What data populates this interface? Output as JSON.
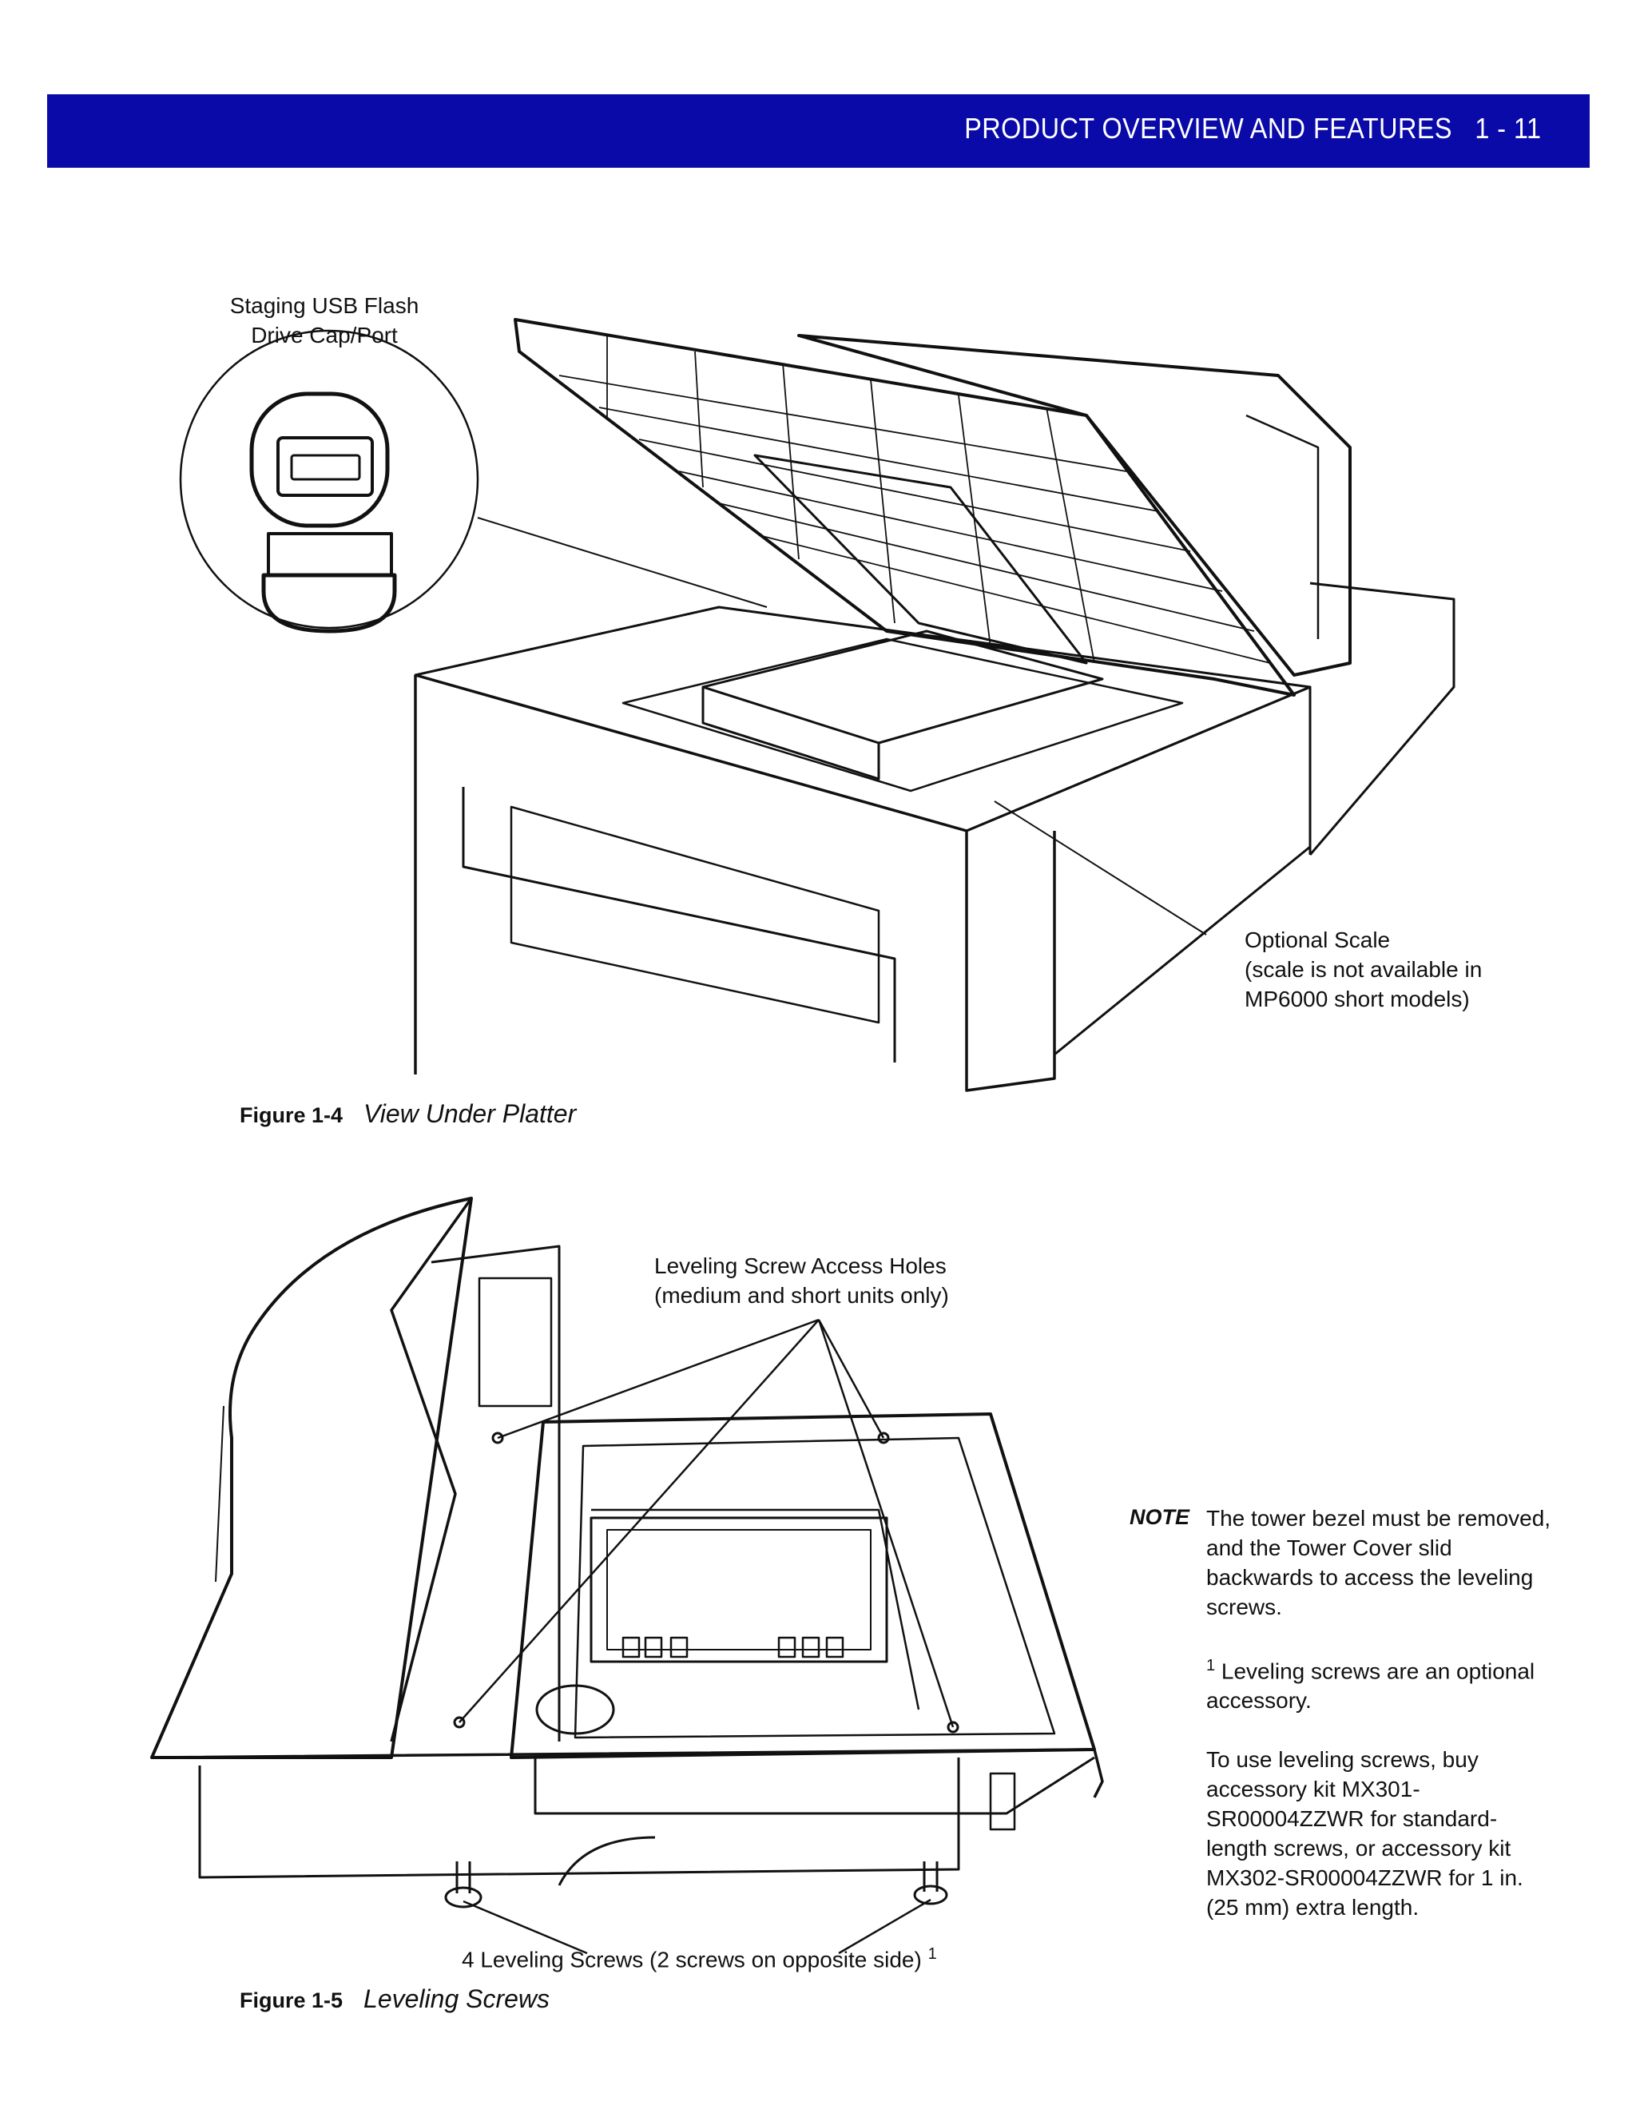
{
  "header": {
    "title": "PRODUCT OVERVIEW AND FEATURES",
    "page": "1 - 11"
  },
  "figure4": {
    "callouts": {
      "usb": "Staging USB Flash\nDrive Cap/Port",
      "scale": "Optional Scale\n(scale is not available in\nMP6000 short models)"
    },
    "number": "Figure 1-4",
    "title": "View Under Platter"
  },
  "figure5": {
    "callouts": {
      "holes": "Leveling Screw Access Holes\n(medium and short units only)",
      "screws": "4 Leveling Screws (2 screws on opposite side)",
      "screws_sup": "1"
    },
    "number": "Figure 1-5",
    "title": "Leveling Screws"
  },
  "note": {
    "label": "NOTE",
    "p1": "The tower bezel must be removed, and the Tower Cover slid backwards to access the leveling screws.",
    "p2_sup": "1",
    "p2": " Leveling screws are an optional accessory.",
    "p3": "To use leveling screws, buy accessory kit MX301-SR00004ZZWR for standard-length screws, or accessory kit MX302-SR00004ZZWR for 1 in. (25 mm) extra length."
  }
}
